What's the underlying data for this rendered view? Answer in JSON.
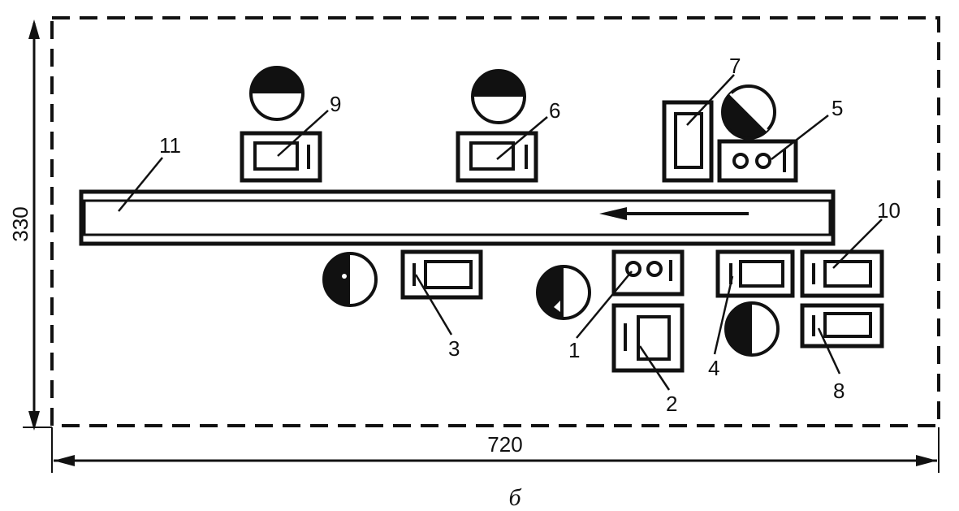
{
  "dimensions": {
    "width": "720",
    "height": "330"
  },
  "caption": "б",
  "labels": {
    "n1": "1",
    "n2": "2",
    "n3": "3",
    "n4": "4",
    "n5": "5",
    "n6": "6",
    "n7": "7",
    "n8": "8",
    "n9": "9",
    "n10": "10",
    "n11": "11"
  },
  "colors": {
    "ink": "#111111",
    "paper": "#ffffff"
  }
}
